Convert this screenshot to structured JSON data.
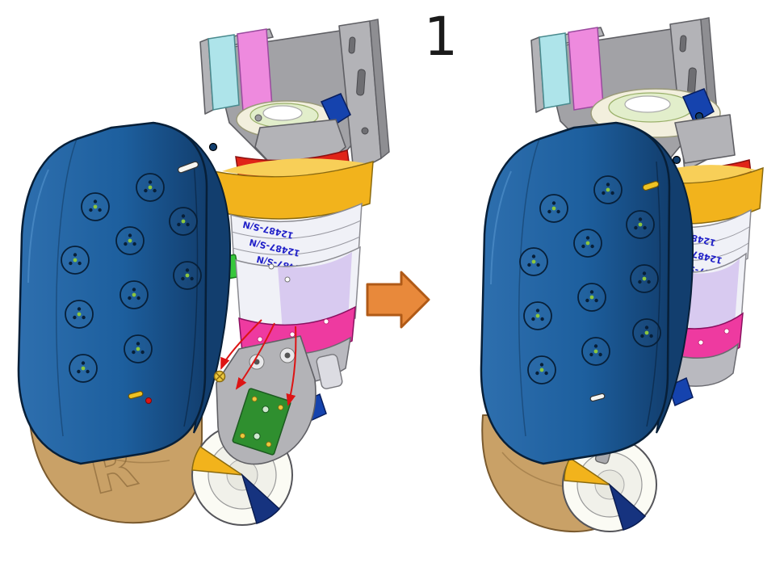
{
  "figure": {
    "step_number": "1"
  },
  "parts": {
    "serial_label": "12487-S/N",
    "base_marking": "R"
  },
  "palette": {
    "cover_light": "#2e6fae",
    "housing_blue": "#1d5f9e",
    "housing_blue_dark": "#123e6e",
    "housing_blue_edge": "#071f38",
    "tan": "#c9a167",
    "tan_dark": "#7a5a2e",
    "yellow_ring": "#f2b31c",
    "red_ring": "#e02418",
    "pink_ring": "#ee3aa0",
    "lavender": "#d5c5ee",
    "cyan_panel": "#aee4ea",
    "magenta_panel": "#ee8ade",
    "green_connector": "#37c83c",
    "pcb_green": "#2f8f2f",
    "gray_part": "#b3b3b7",
    "gray_dark": "#5f5f64",
    "cream": "#f2efdd",
    "pale_green": "#e2eecb",
    "blue_accent": "#1543ae",
    "arrow_orange": "#e8893b",
    "arrow_orange_dark": "#b05a17",
    "serial_blue": "#2020c8",
    "annotation_red": "#dd1414"
  }
}
